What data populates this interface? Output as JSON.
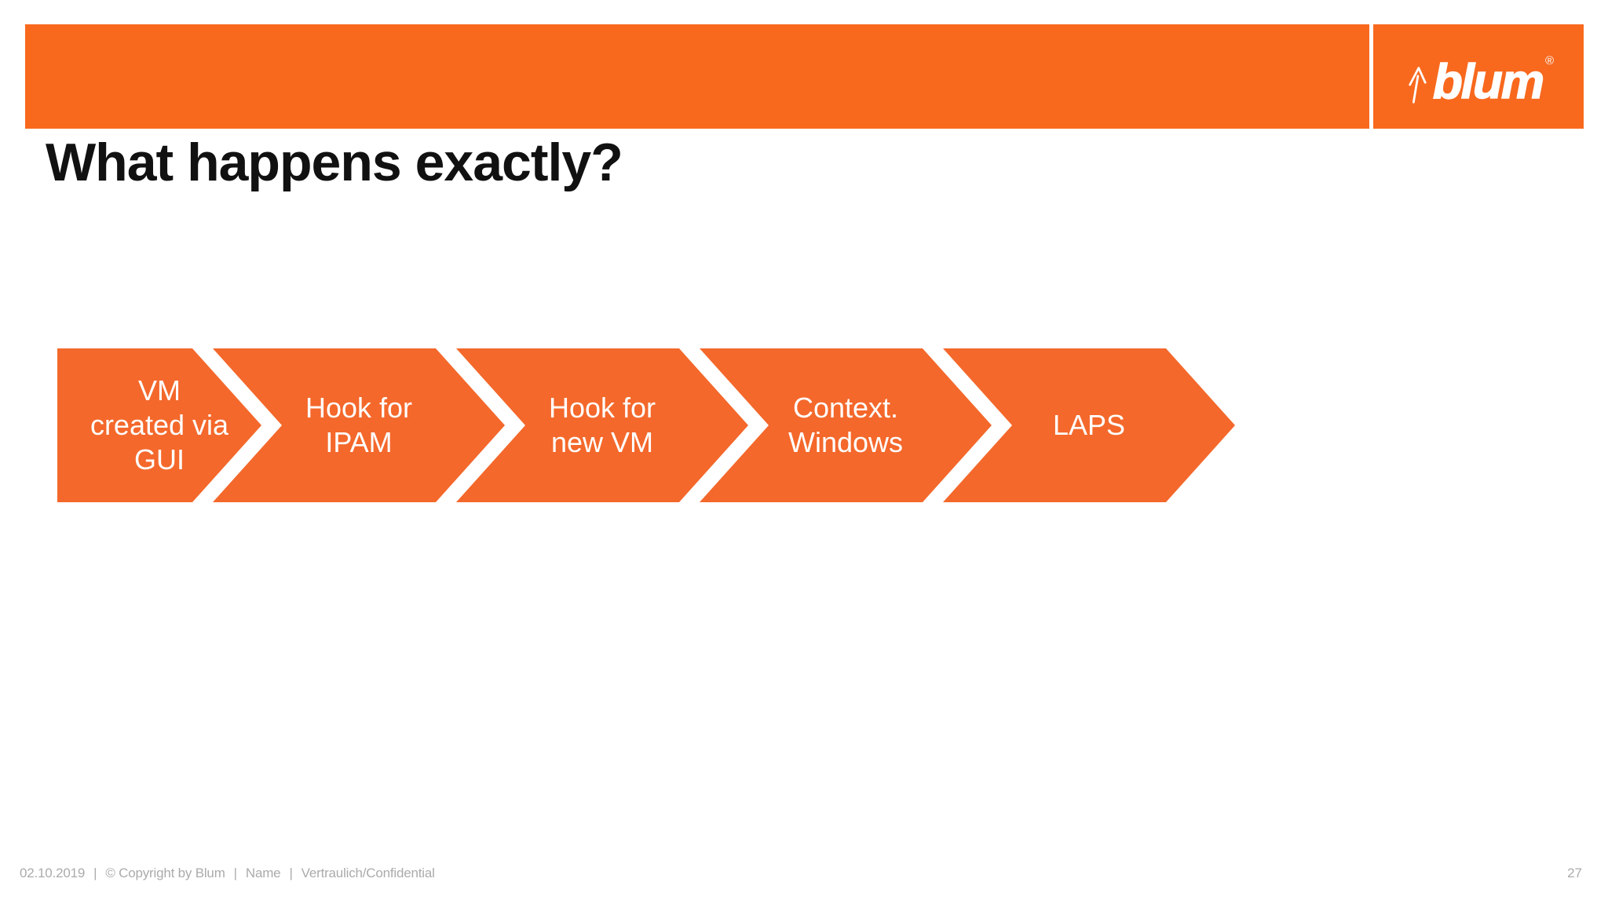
{
  "title": "What happens exactly?",
  "page_number": "27",
  "logo": {
    "text": "blum",
    "registered": "®",
    "arrow_icon": "up-arrow"
  },
  "process": {
    "steps": [
      {
        "lines": [
          "VM",
          "created via",
          "GUI"
        ]
      },
      {
        "lines": [
          "Hook for",
          "IPAM"
        ]
      },
      {
        "lines": [
          "Hook for",
          "new VM"
        ]
      },
      {
        "lines": [
          "Context.",
          "Windows"
        ]
      },
      {
        "lines": [
          "LAPS"
        ]
      }
    ]
  },
  "footer": {
    "date": "02.10.2019",
    "separator": "|",
    "copyright": "© Copyright by Blum",
    "name": "Name",
    "confidential": "Vertraulich/Confidential"
  },
  "colors": {
    "header_orange": "#F8691E",
    "chevron_orange": "#F4682B",
    "footer_gray": "#ABABAB",
    "title_color": "#111111",
    "step_text": "#FFFFFF"
  }
}
